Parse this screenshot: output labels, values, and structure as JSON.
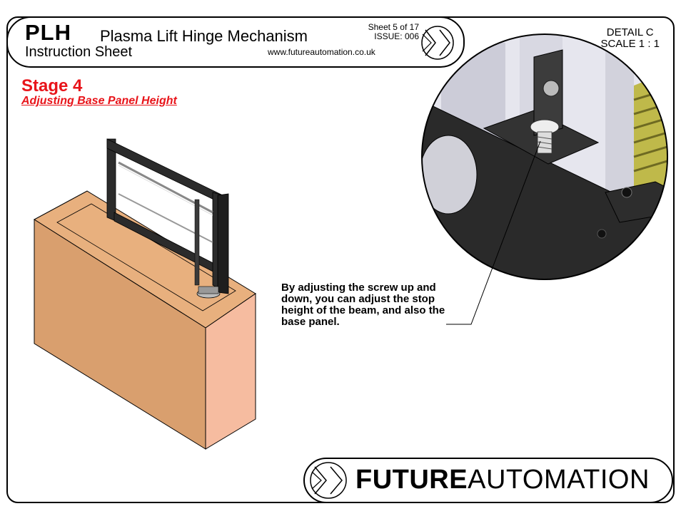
{
  "header": {
    "code": "PLH",
    "title": "Plasma Lift Hinge Mechanism",
    "subtitle": "Instruction Sheet",
    "sheet": "Sheet 5 of 17",
    "issue": "ISSUE: 006",
    "website": "www.futureautomation.co.uk"
  },
  "detail": {
    "label": "DETAIL C",
    "scale": "SCALE 1 : 1"
  },
  "stage": {
    "title": "Stage 4",
    "subtitle": "Adjusting Base Panel Height"
  },
  "note": {
    "text": "By adjusting the screw up and down, you can adjust the stop height of the beam, and also the base panel."
  },
  "footer": {
    "brand_bold": "FUTURE",
    "brand_regular": "AUTOMATION"
  },
  "colors": {
    "stage_red": "#e8141a",
    "cabinet_top": "#e8b07e",
    "cabinet_front": "#d99f6e",
    "cabinet_side": "#f6bca0",
    "metal_dark": "#2b2b2b"
  }
}
